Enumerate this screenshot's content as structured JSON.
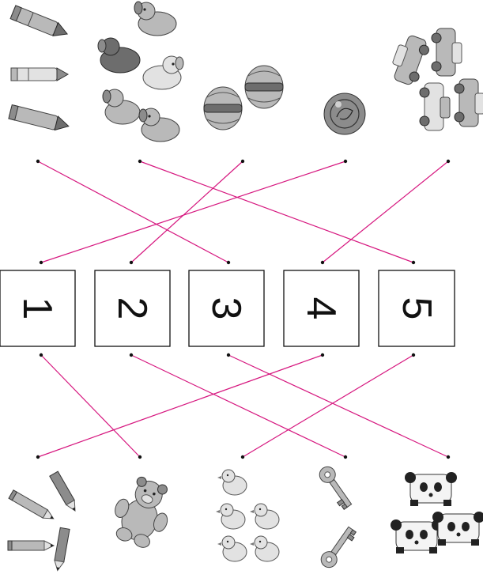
{
  "numbers": [
    "1",
    "2",
    "3",
    "4",
    "5"
  ],
  "top_pictures": [
    {
      "name": "crayons",
      "count": 3
    },
    {
      "name": "puppies",
      "count": 5
    },
    {
      "name": "hamburgers",
      "count": 2
    },
    {
      "name": "ball",
      "count": 1
    },
    {
      "name": "toy-cars",
      "count": 4
    }
  ],
  "bottom_pictures": [
    {
      "name": "pencils",
      "count": 4
    },
    {
      "name": "teddy-bear",
      "count": 1
    },
    {
      "name": "chicks",
      "count": 5
    },
    {
      "name": "keys",
      "count": 2
    },
    {
      "name": "pandas",
      "count": 3
    }
  ],
  "top_matches": [
    {
      "picture": "crayons",
      "number": "3"
    },
    {
      "picture": "puppies",
      "number": "5"
    },
    {
      "picture": "hamburgers",
      "number": "2"
    },
    {
      "picture": "ball",
      "number": "1"
    },
    {
      "picture": "toy-cars",
      "number": "4"
    }
  ],
  "bottom_matches": [
    {
      "number": "1",
      "picture": "teddy-bear"
    },
    {
      "number": "2",
      "picture": "keys"
    },
    {
      "number": "3",
      "picture": "pandas"
    },
    {
      "number": "4",
      "picture": "pencils"
    },
    {
      "number": "5",
      "picture": "chicks"
    }
  ],
  "colors": {
    "link_line": "#d6177f",
    "box_border": "#111111",
    "picture_gray": "#9a9a9a"
  }
}
